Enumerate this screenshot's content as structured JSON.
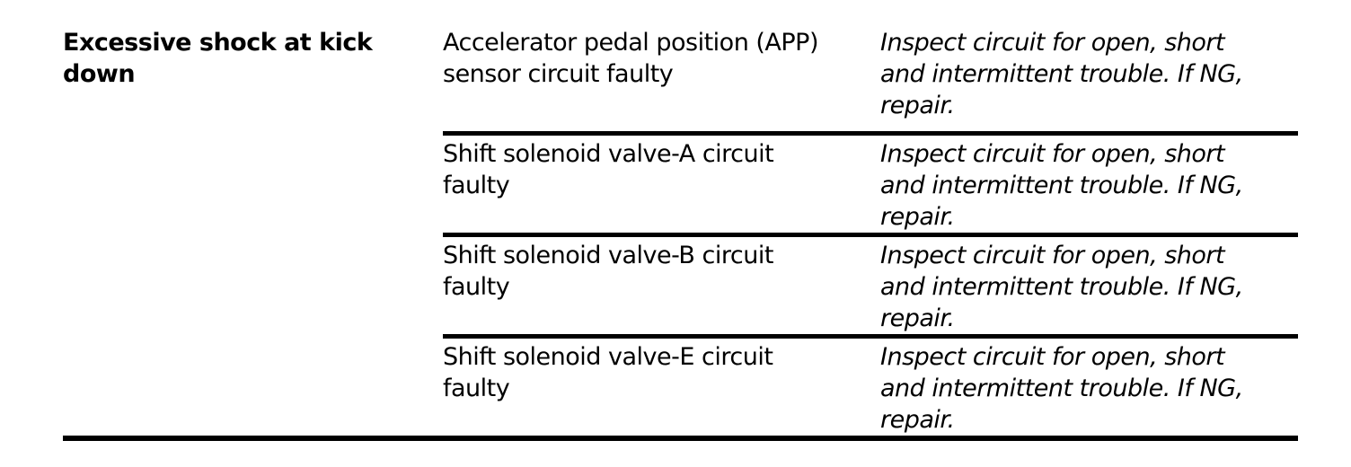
{
  "table": {
    "kind": "symptom-troubleshooting-table",
    "symptom": "Excessive shock at kick\ndown",
    "rows": [
      {
        "cause": "Accelerator pedal position (APP)\nsensor circuit faulty",
        "action": "Inspect circuit for open, short\nand intermittent trouble. If NG,\nrepair."
      },
      {
        "cause": "Shift solenoid valve-A circuit\nfaulty",
        "action": "Inspect circuit for open, short\nand intermittent trouble. If NG,\nrepair."
      },
      {
        "cause": "Shift solenoid valve-B circuit\nfaulty",
        "action": "Inspect circuit for open, short\nand intermittent trouble. If NG,\nrepair."
      },
      {
        "cause": "Shift solenoid valve-E circuit\nfaulty",
        "action": "Inspect circuit for open, short\nand intermittent trouble. If NG,\nrepair."
      }
    ],
    "colors": {
      "text": "#000000",
      "border": "#000000",
      "background": "#ffffff"
    }
  }
}
